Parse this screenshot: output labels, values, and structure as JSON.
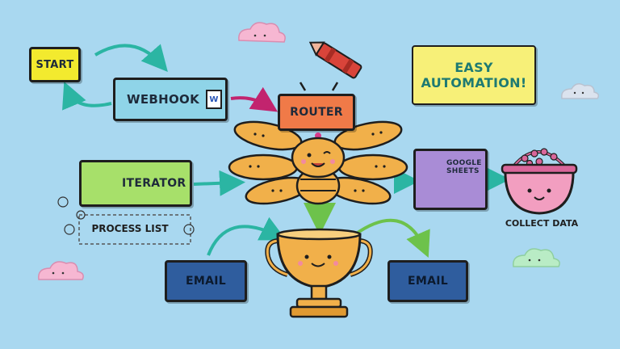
{
  "nodes": {
    "start": {
      "label": "START",
      "color": "#f3ea2e"
    },
    "webhook": {
      "label": "WEBHOOK",
      "color": "#8fd4e8"
    },
    "router": {
      "label": "ROUTER",
      "color": "#f07a48"
    },
    "iterator": {
      "label": "ITERATOR",
      "color": "#a7e06a"
    },
    "process_list": {
      "label": "PROCESS LIST"
    },
    "google_sheets": {
      "label_line1": "GOOGLE",
      "label_line2": "SHEETS",
      "color": "#a98cd6"
    },
    "collect_data": {
      "label": "COLLECT DATA",
      "color": "#f29ec0"
    },
    "email_left": {
      "label": "EMAIL",
      "color": "#2f5d9e"
    },
    "email_right": {
      "label": "EMAIL",
      "color": "#2f5d9e"
    },
    "easy_automation": {
      "line1": "EASY",
      "line2": "AUTOMATION!",
      "color": "#f7f078"
    }
  },
  "icons": [
    "word-document-icon",
    "magnifier-icon",
    "crayon-icon",
    "cloud-icon",
    "trophy-icon",
    "basket-icon",
    "octopus-mascot-icon"
  ]
}
